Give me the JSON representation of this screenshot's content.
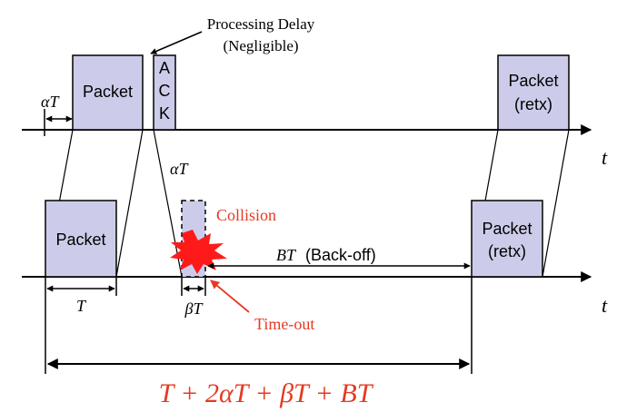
{
  "colors": {
    "box_fill": "#ccccea",
    "box_stroke": "#000000",
    "accent": "#e53a22",
    "collision_fill": "#ff1a1a",
    "line": "#000000"
  },
  "labels": {
    "processing_delay_line1": "Processing Delay",
    "processing_delay_line2": "(Negligible)",
    "alpha_t_top": "αT",
    "packet_top": "Packet",
    "ack_a": "A",
    "ack_c": "C",
    "ack_k": "K",
    "retx_top_line1": "Packet",
    "retx_top_line2": "(retx)",
    "t_axis_top": "t",
    "alpha_t_mid": "αT",
    "packet_bottom": "Packet",
    "collision": "Collision",
    "bt_italic": "BT",
    "back_off": "(Back-off)",
    "retx_bottom_line1": "Packet",
    "retx_bottom_line2": "(retx)",
    "t_axis_bottom": "t",
    "t_duration": "T",
    "beta_t": "βT",
    "timeout": "Time-out",
    "total_formula": "T + 2αT + βT + BT"
  }
}
